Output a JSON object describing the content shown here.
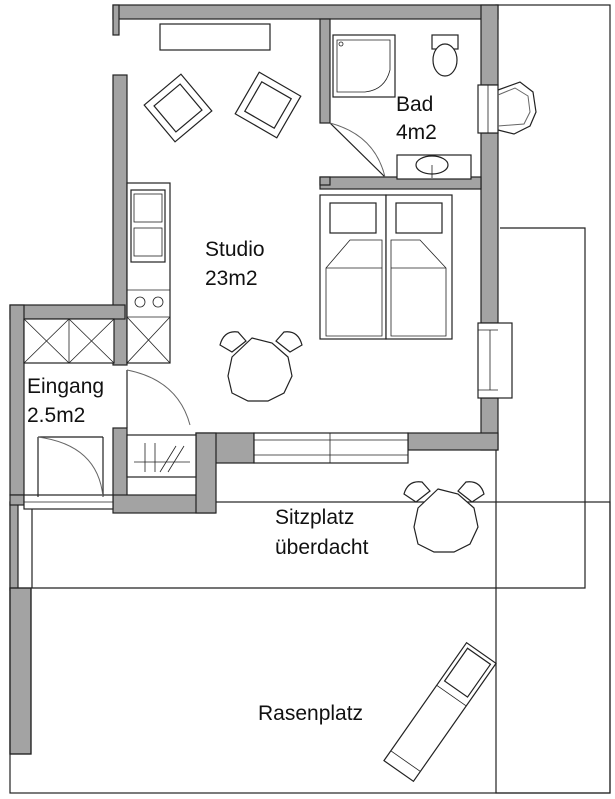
{
  "rooms": {
    "studio": {
      "name": "Studio",
      "area": "23m2"
    },
    "bad": {
      "name": "Bad",
      "area": "4m2"
    },
    "eingang": {
      "name": "Eingang",
      "area": "2.5m2"
    }
  },
  "outdoor": {
    "sitzplatz_line1": "Sitzplatz",
    "sitzplatz_line2": "überdacht",
    "rasenplatz": "Rasenplatz"
  },
  "icons": [
    "bed-icon",
    "armchair-icon",
    "dining-table-icon",
    "sink-icon",
    "toilet-icon",
    "shower-icon",
    "stove-icon",
    "sun-lounger-icon",
    "door-swing-icon",
    "window-icon"
  ]
}
